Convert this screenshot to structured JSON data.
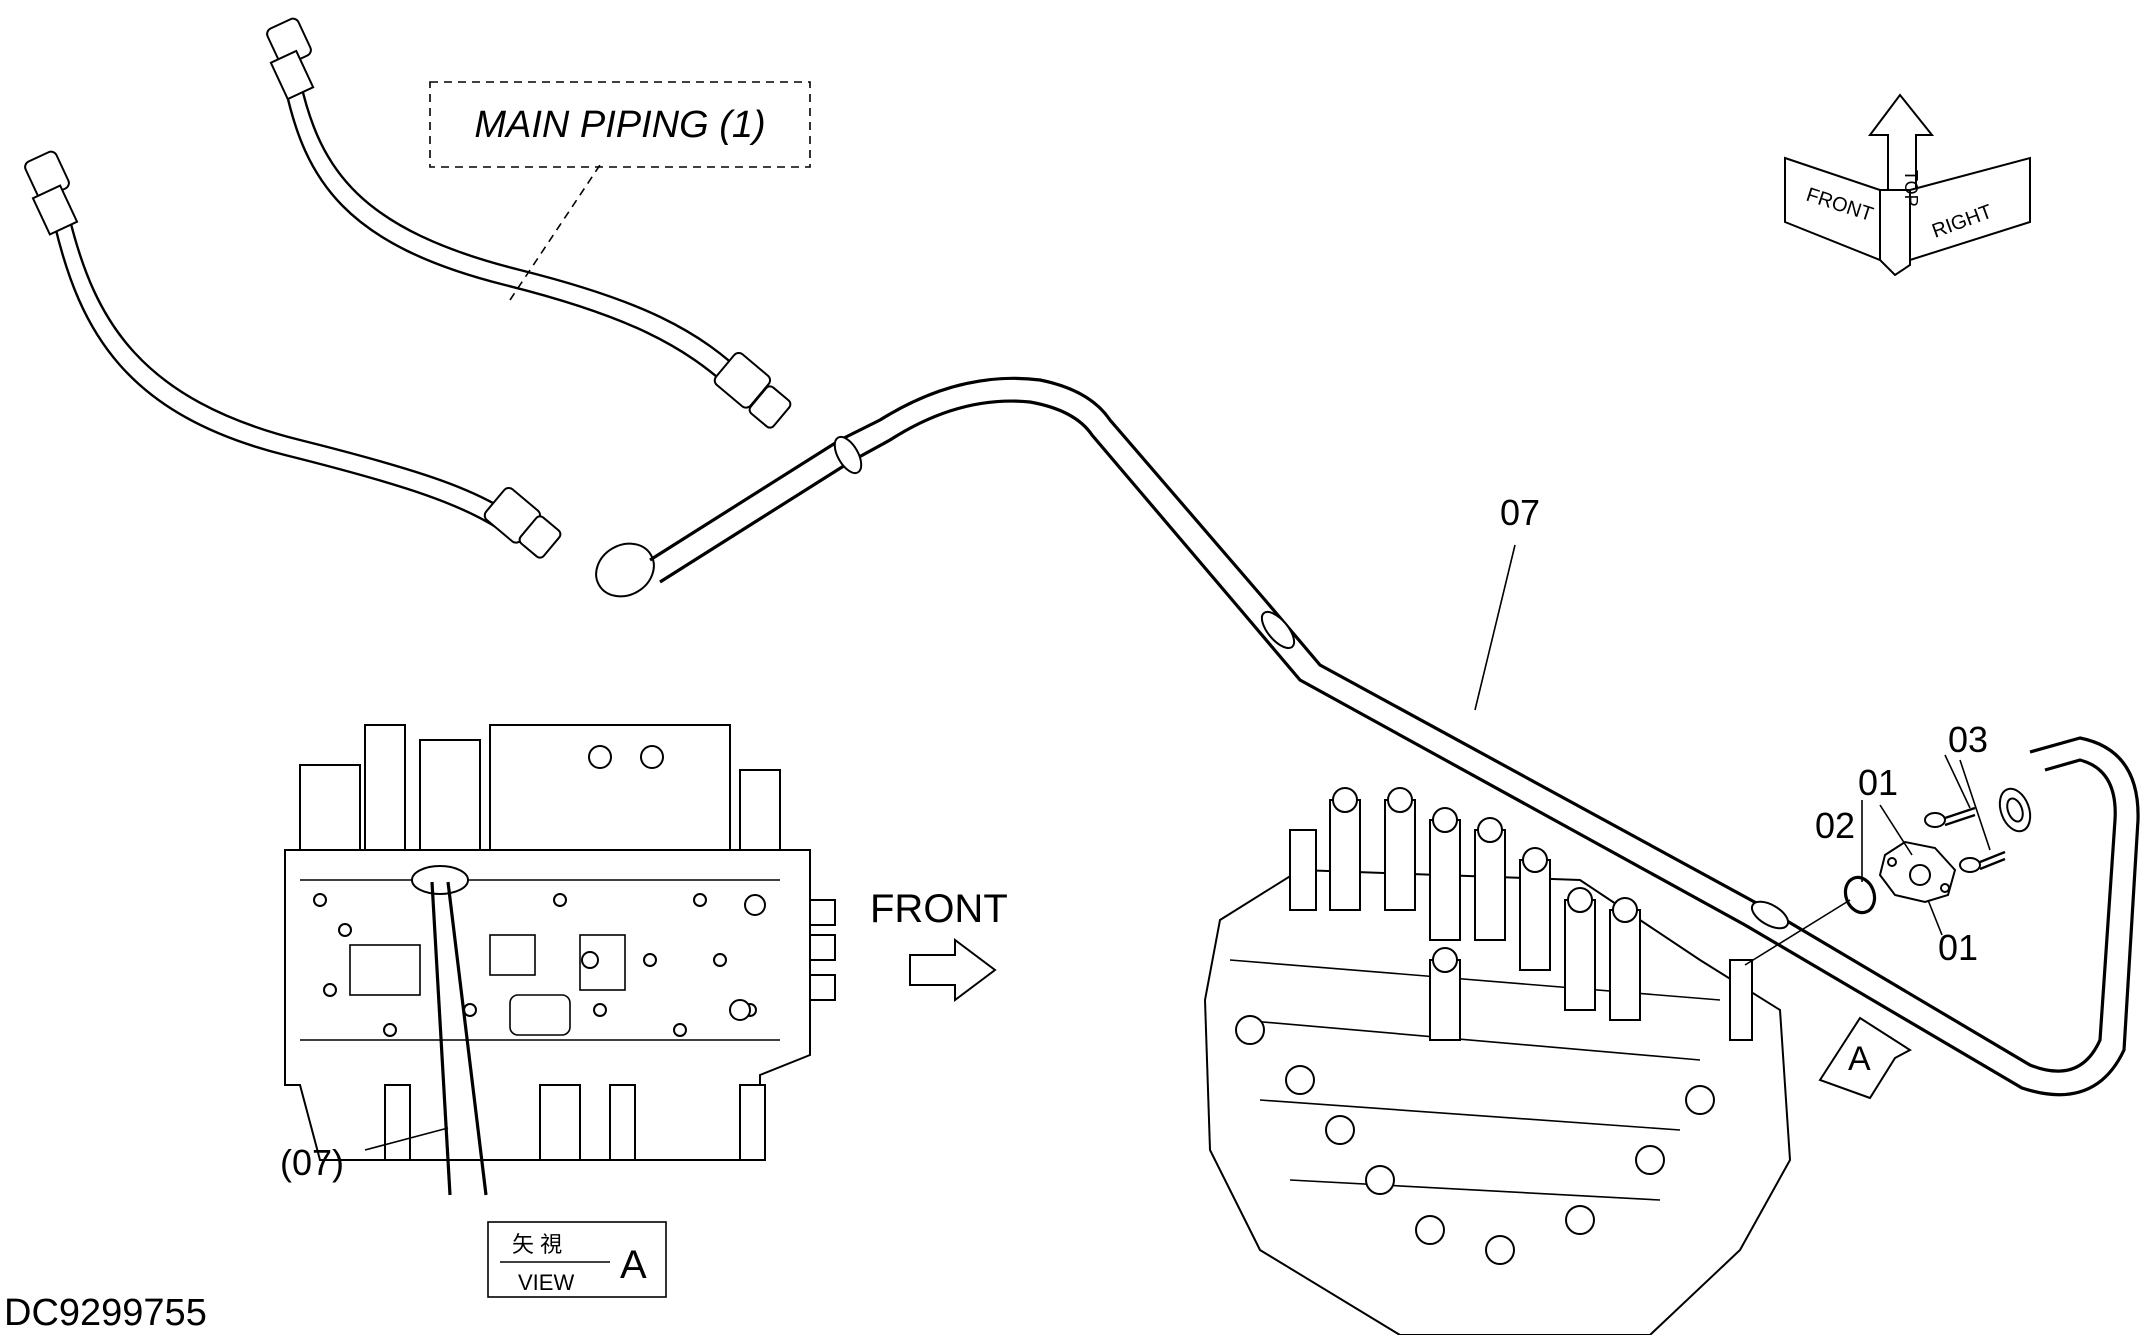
{
  "diagram": {
    "drawing_number": "DC9299755",
    "main_piping_label": "MAIN PIPING (1)",
    "front_label": "FRONT",
    "view_marker": "A",
    "view_box": {
      "kanji": "矢 視",
      "view_label": "VIEW",
      "letter": "A"
    },
    "orientation": {
      "top": "TOP",
      "front": "FRONT",
      "right": "RIGHT"
    },
    "callouts": {
      "pipe": "07",
      "pipe_ref": "(07)",
      "flange_upper": "01",
      "flange_lower": "01",
      "oring": "02",
      "bolts": "03"
    }
  }
}
